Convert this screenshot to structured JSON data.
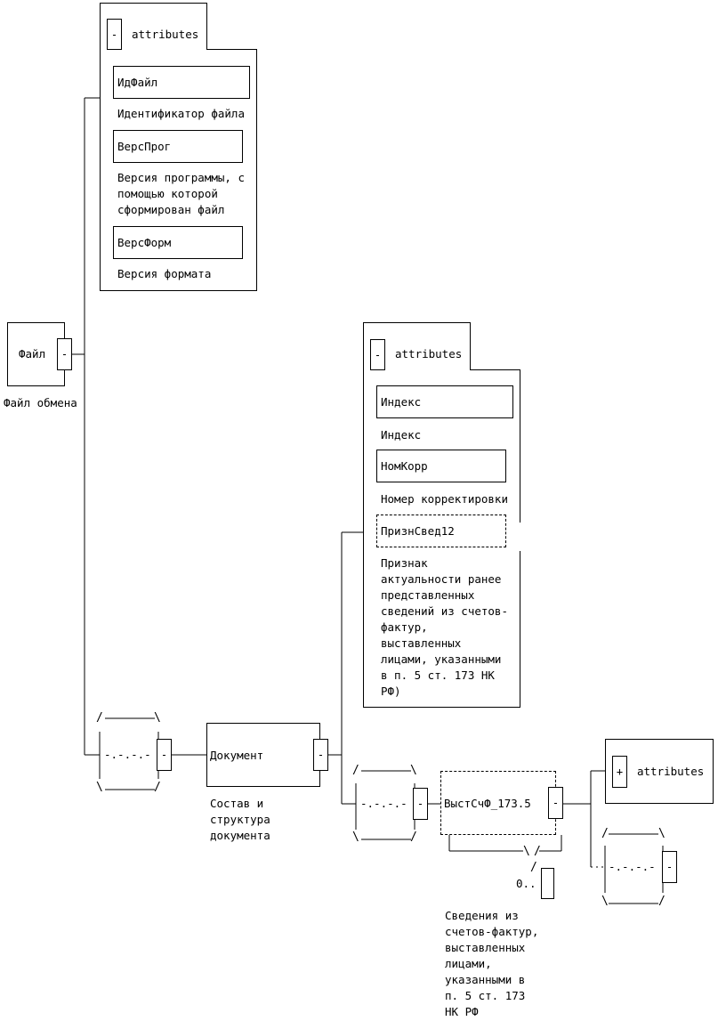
{
  "diagram": {
    "root": {
      "name": "Файл",
      "description": "Файл обмена",
      "toggle": "-"
    },
    "root_attributes": {
      "title": "attributes",
      "toggle": "-",
      "items": [
        {
          "name": "ИдФайл",
          "description": "Идентификатор файла",
          "optional": false
        },
        {
          "name": "ВерсПрог",
          "description": "Версия программы, с\nпомощью которой\nсформирован файл",
          "optional": false
        },
        {
          "name": "ВерсФорм",
          "description": "Версия формата",
          "optional": false
        }
      ]
    },
    "sequence_1": {
      "dots": "-.-.-.-",
      "toggle": "-"
    },
    "document": {
      "name": "Документ",
      "description": "Состав и\nструктура\nдокумента",
      "toggle": "-"
    },
    "document_attributes": {
      "title": "attributes",
      "toggle": "-",
      "items": [
        {
          "name": "Индекс",
          "description": "Индекс",
          "optional": false
        },
        {
          "name": "НомКорр",
          "description": "Номер корректировки",
          "optional": false
        },
        {
          "name": "ПризнСвед12",
          "description": "Признак\nактуальности ранее\nпредставленных\nсведений из счетов-\nфактур,\nвыставленных\nлицами, указанными\nв п. 5 ст. 173 НК\nРФ)",
          "optional": true
        }
      ]
    },
    "sequence_2": {
      "dots": "-.-.-.-",
      "toggle": "-"
    },
    "invoice_element": {
      "name": "ВыстСчФ_173.5",
      "description": "Сведения из\nсчетов-фактур,\nвыставленных\nлицами,\nуказанными в\nп. 5 ст. 173\nНК РФ",
      "toggle": "-",
      "cardinality": "0..",
      "optional": true
    },
    "invoice_attributes": {
      "title": "attributes",
      "toggle": "+"
    },
    "sequence_3": {
      "dots": "-.-.-.-",
      "toggle": "-"
    }
  }
}
